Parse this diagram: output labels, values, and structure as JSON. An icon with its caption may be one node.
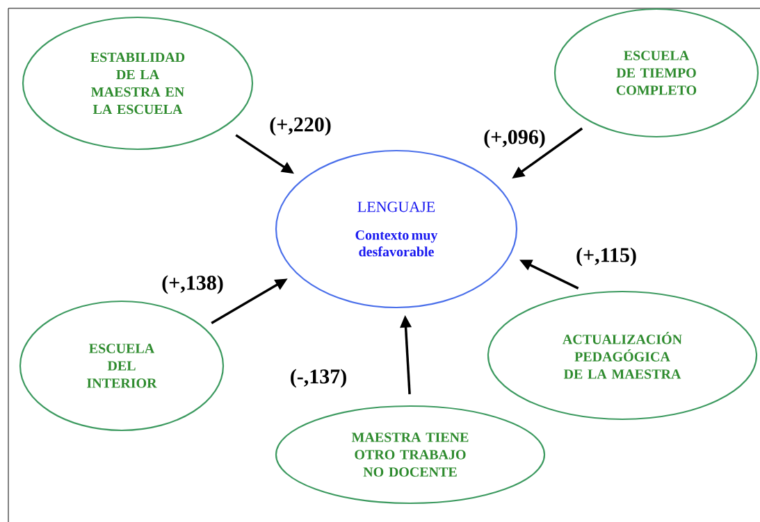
{
  "diagram": {
    "nodes": [
      {
        "text": [
          "LENGUAJE",
          "Contexto muy desfavorable"
        ]
      },
      {
        "text": [
          "ESTABILIDAD DE LA MAESTRA EN LA ESCUELA"
        ]
      },
      {
        "text": [
          "ESCUELA DE TIEMPO COMPLETO"
        ]
      },
      {
        "text": [
          "ESCUELA DEL INTERIOR"
        ]
      },
      {
        "text": [
          "ACTUALIZACIÓN PEDAGÓGICA DE LA MAESTRA"
        ]
      },
      {
        "text": [
          "MAESTRA TIENE OTRO TRABAJO NO DOCENTE"
        ]
      }
    ],
    "edges": [
      {
        "from": 1,
        "to": 0,
        "arrow": "to",
        "label": "(+,220)"
      },
      {
        "from": 2,
        "to": 0,
        "arrow": "to",
        "label": "(+,096)"
      },
      {
        "from": 4,
        "to": 0,
        "arrow": "to",
        "label": "(+,115)"
      },
      {
        "from": 3,
        "to": 0,
        "arrow": "to",
        "label": "(+,138)"
      },
      {
        "from": 5,
        "to": 0,
        "arrow": "to",
        "label": "(-,137)"
      }
    ]
  }
}
